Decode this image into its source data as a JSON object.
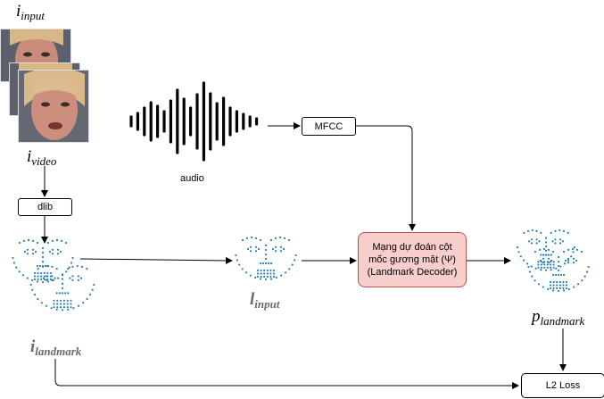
{
  "labels": {
    "i_input_base": "i",
    "i_input_sub": "input",
    "i_video_base": "i",
    "i_video_sub": "video",
    "i_landmark_base": "i",
    "i_landmark_sub": "landmark",
    "l_input_base": "l",
    "l_input_sub": "input",
    "p_landmark_base": "p",
    "p_landmark_sub": "landmark",
    "audio": "audio"
  },
  "boxes": {
    "mfcc": "MFCC",
    "dlib": "dlib",
    "decoder_line1": "Mạng dự đoán cột",
    "decoder_line2": "mốc gương mặt (Ψ)",
    "decoder_line3": "(Landmark Decoder)",
    "loss": "L2 Loss"
  },
  "colors": {
    "landmark_dots": "#2b7fb0",
    "decoder_fill": "#f8cecc",
    "decoder_border": "#b85450",
    "face_skin": "#c98c7b",
    "face_bg": "#6b6f7a"
  },
  "icons": {
    "audio": "waveform-icon",
    "faces": "face-photo-icon",
    "landmarks": "landmark-dots-icon"
  }
}
